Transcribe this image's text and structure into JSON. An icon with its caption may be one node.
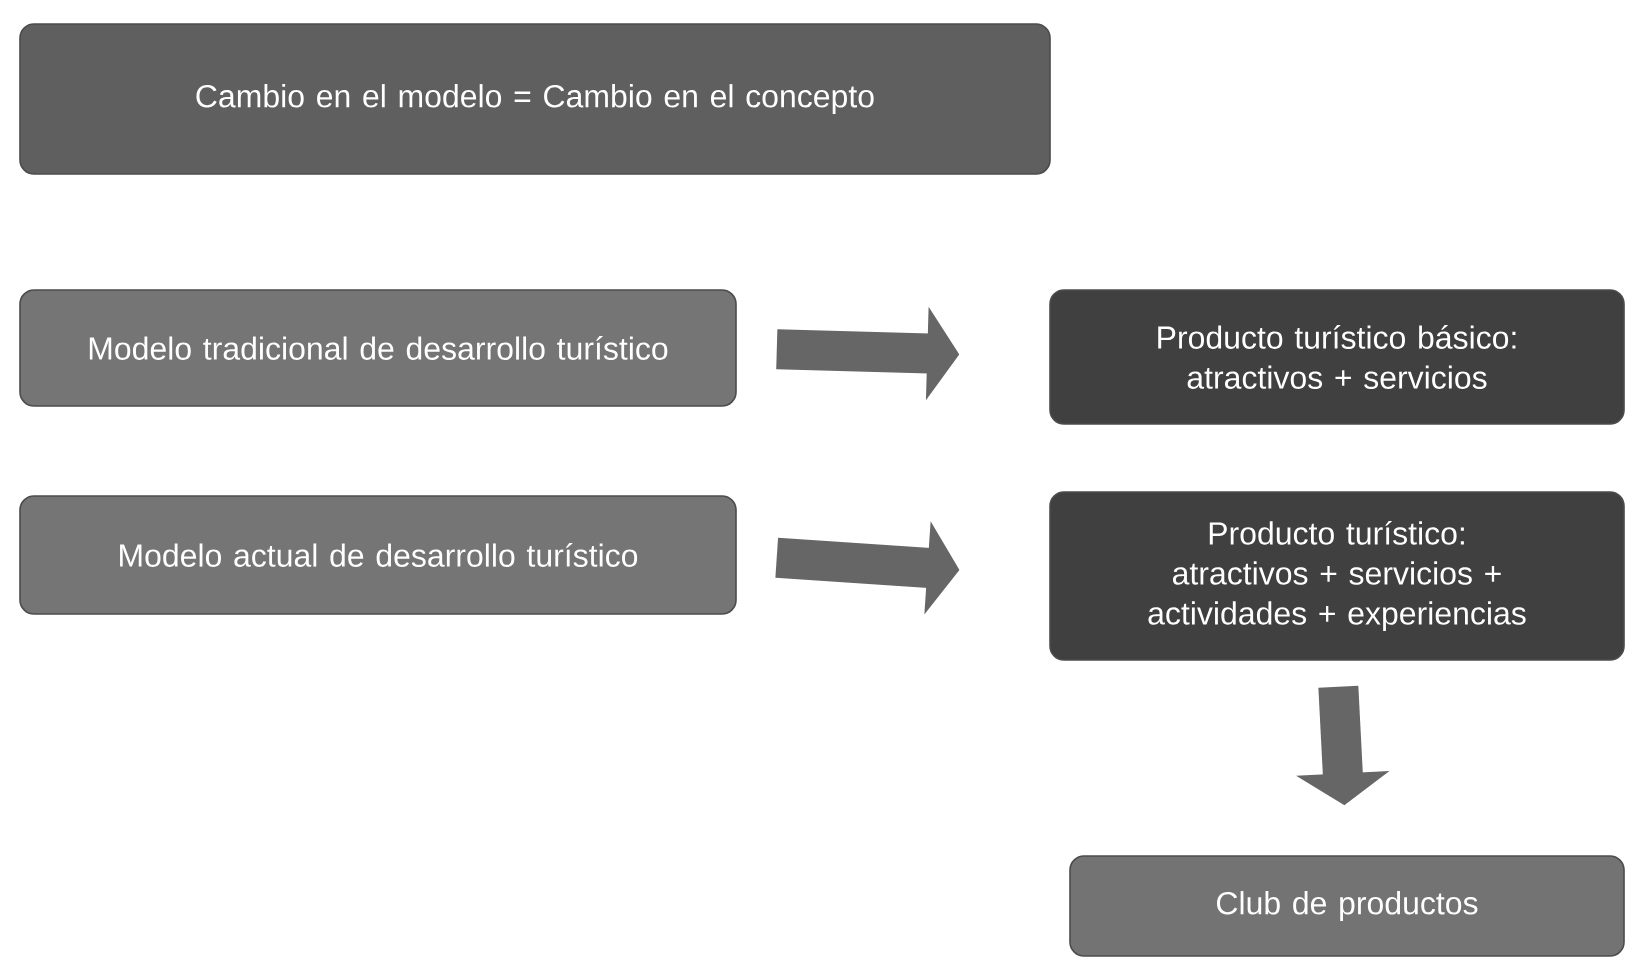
{
  "diagram": {
    "nodes": [
      {
        "text": [
          "Cambio en el modelo = Cambio en el concepto"
        ]
      },
      {
        "text": [
          "Modelo tradicional de desarrollo turístico"
        ]
      },
      {
        "text": [
          "Producto turístico básico: atractivos + servicios"
        ]
      },
      {
        "text": [
          "Modelo actual de desarrollo turístico"
        ]
      },
      {
        "text": [
          "Producto turístico: atractivos + servicios + actividades + experiencias"
        ]
      },
      {
        "text": [
          "Club de productos"
        ]
      }
    ],
    "edges": [
      {
        "from": 1,
        "to": 2,
        "arrow": "to"
      },
      {
        "from": 3,
        "to": 4,
        "arrow": "to"
      },
      {
        "from": 4,
        "to": 5,
        "arrow": "to"
      }
    ]
  }
}
